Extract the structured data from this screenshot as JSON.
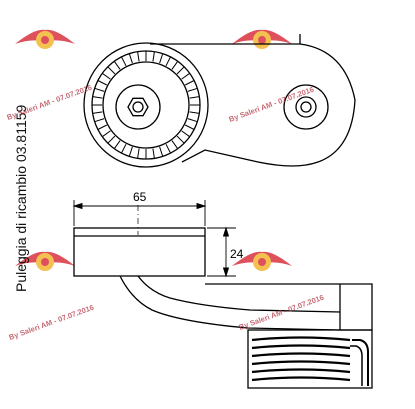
{
  "part_label": "Puleggia di ricambio 03.81159",
  "dimensions": {
    "width": "65",
    "height": "24"
  },
  "watermark": {
    "text": "By Saleri AM - 07.07.2016",
    "logo_color": "#d9323f",
    "logo_mark": "wheel-logo"
  },
  "colors": {
    "line": "#000000",
    "watermark": "#b33a48"
  }
}
